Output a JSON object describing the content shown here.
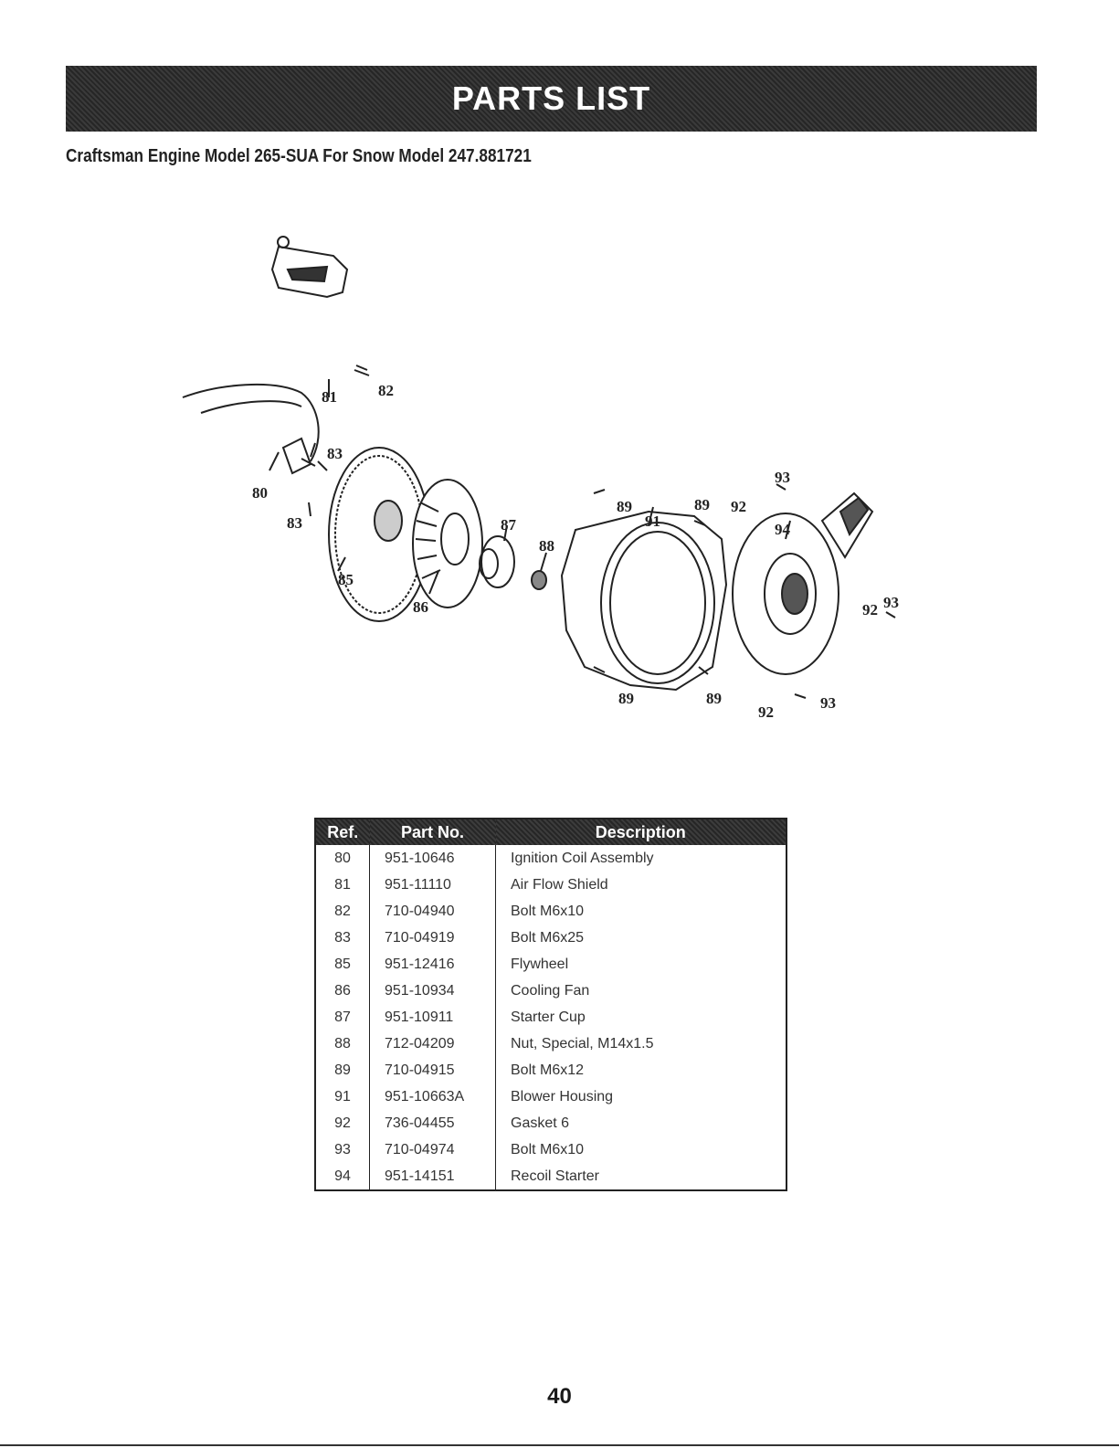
{
  "banner": {
    "title": "PARTS LIST"
  },
  "subtitle": "Craftsman Engine Model 265-SUA For Snow Model 247.881721",
  "diagram": {
    "callouts": [
      "81",
      "82",
      "83",
      "80",
      "83",
      "85",
      "86",
      "87",
      "88",
      "89",
      "91",
      "89",
      "93",
      "92",
      "94",
      "93",
      "92",
      "89",
      "89",
      "92",
      "93"
    ]
  },
  "table": {
    "headers": {
      "ref": "Ref.",
      "part_no": "Part No.",
      "description": "Description"
    },
    "rows": [
      {
        "ref": "80",
        "part_no": "951-10646",
        "description": "Ignition Coil Assembly"
      },
      {
        "ref": "81",
        "part_no": "951-11110",
        "description": "Air Flow Shield"
      },
      {
        "ref": "82",
        "part_no": "710-04940",
        "description": "Bolt M6x10"
      },
      {
        "ref": "83",
        "part_no": "710-04919",
        "description": "Bolt M6x25"
      },
      {
        "ref": "85",
        "part_no": "951-12416",
        "description": "Flywheel"
      },
      {
        "ref": "86",
        "part_no": "951-10934",
        "description": "Cooling Fan"
      },
      {
        "ref": "87",
        "part_no": "951-10911",
        "description": "Starter Cup"
      },
      {
        "ref": "88",
        "part_no": "712-04209",
        "description": "Nut, Special, M14x1.5"
      },
      {
        "ref": "89",
        "part_no": "710-04915",
        "description": "Bolt M6x12"
      },
      {
        "ref": "91",
        "part_no": "951-10663A",
        "description": "Blower Housing"
      },
      {
        "ref": "92",
        "part_no": "736-04455",
        "description": "Gasket 6"
      },
      {
        "ref": "93",
        "part_no": "710-04974",
        "description": "Bolt M6x10"
      },
      {
        "ref": "94",
        "part_no": "951-14151",
        "description": "Recoil Starter"
      }
    ]
  },
  "page_number": "40"
}
